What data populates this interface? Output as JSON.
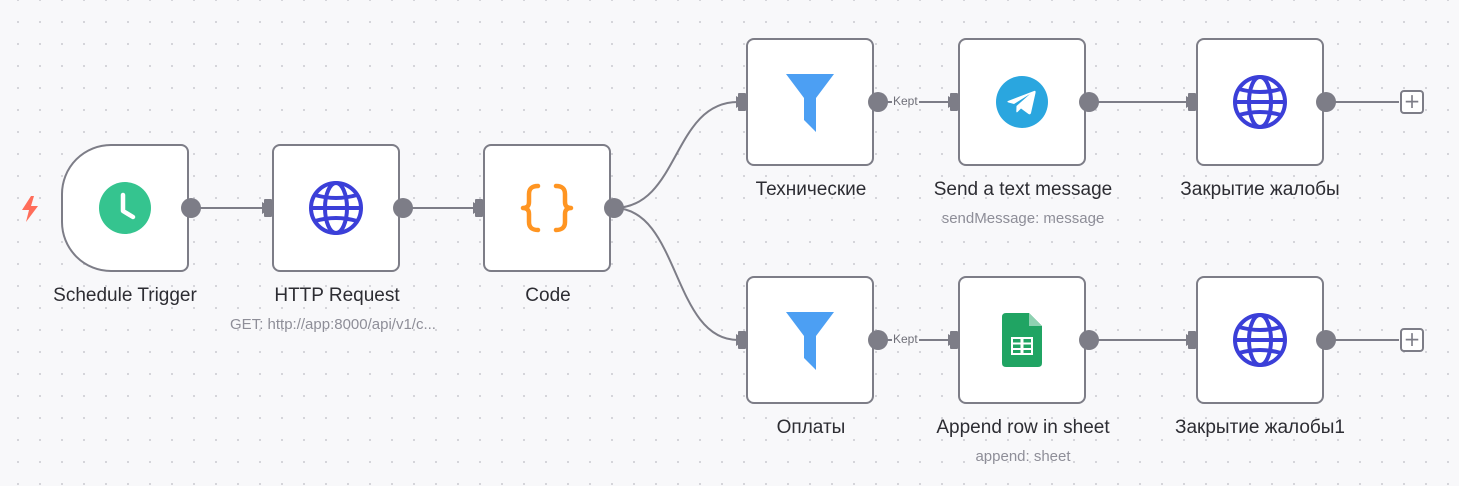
{
  "workflow": {
    "nodes": [
      {
        "id": "schedule",
        "label": "Schedule Trigger",
        "sublabel": "",
        "icon": "clock-icon"
      },
      {
        "id": "http",
        "label": "HTTP Request",
        "sublabel": "GET: http://app:8000/api/v1/c...",
        "icon": "globe-icon"
      },
      {
        "id": "code",
        "label": "Code",
        "sublabel": "",
        "icon": "code-braces-icon"
      },
      {
        "id": "filter1",
        "label": "Технические",
        "sublabel": "",
        "icon": "filter-icon"
      },
      {
        "id": "telegram",
        "label": "Send a text message",
        "sublabel": "sendMessage: message",
        "icon": "telegram-icon"
      },
      {
        "id": "close1",
        "label": "Закрытие жалобы",
        "sublabel": "",
        "icon": "globe-icon"
      },
      {
        "id": "filter2",
        "label": "Оплаты",
        "sublabel": "",
        "icon": "filter-icon"
      },
      {
        "id": "sheets",
        "label": "Append row in sheet",
        "sublabel": "append: sheet",
        "icon": "google-sheets-icon"
      },
      {
        "id": "close2",
        "label": "Закрытие жалобы1",
        "sublabel": "",
        "icon": "globe-icon"
      }
    ],
    "edge_labels": {
      "kept_top": "Kept",
      "kept_bottom": "Kept"
    },
    "add_button_symbol": "+",
    "colors": {
      "node_border": "#7d7d87",
      "clock": "#35c48f",
      "globe": "#3b3fd8",
      "code": "#ff9522",
      "filter": "#4c9ff3",
      "telegram": "#2aa6df",
      "sheets": "#20a463",
      "trigger_bolt": "#ff6d5a"
    }
  }
}
